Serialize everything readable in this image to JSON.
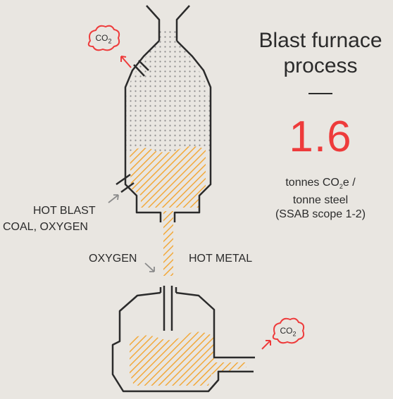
{
  "title_line1": "Blast furnace",
  "title_line2": "process",
  "value": "1.6",
  "unit": {
    "line1_pre": "tonnes CO",
    "line1_sub": "2",
    "line1_post": "e /",
    "line2": "tonne steel",
    "line3": "(SSAB scope 1-2)"
  },
  "labels": {
    "hot_blast": "HOT BLAST",
    "coal_oxygen": "COAL, OXYGEN",
    "oxygen": "OXYGEN",
    "hot_metal": "HOT METAL"
  },
  "co2": {
    "text": "CO",
    "sub": "2"
  },
  "colors": {
    "background": "#e9e6e1",
    "accent_red": "#ee3b3b",
    "molten": "#f2a93b",
    "line": "#2b2b2b"
  }
}
